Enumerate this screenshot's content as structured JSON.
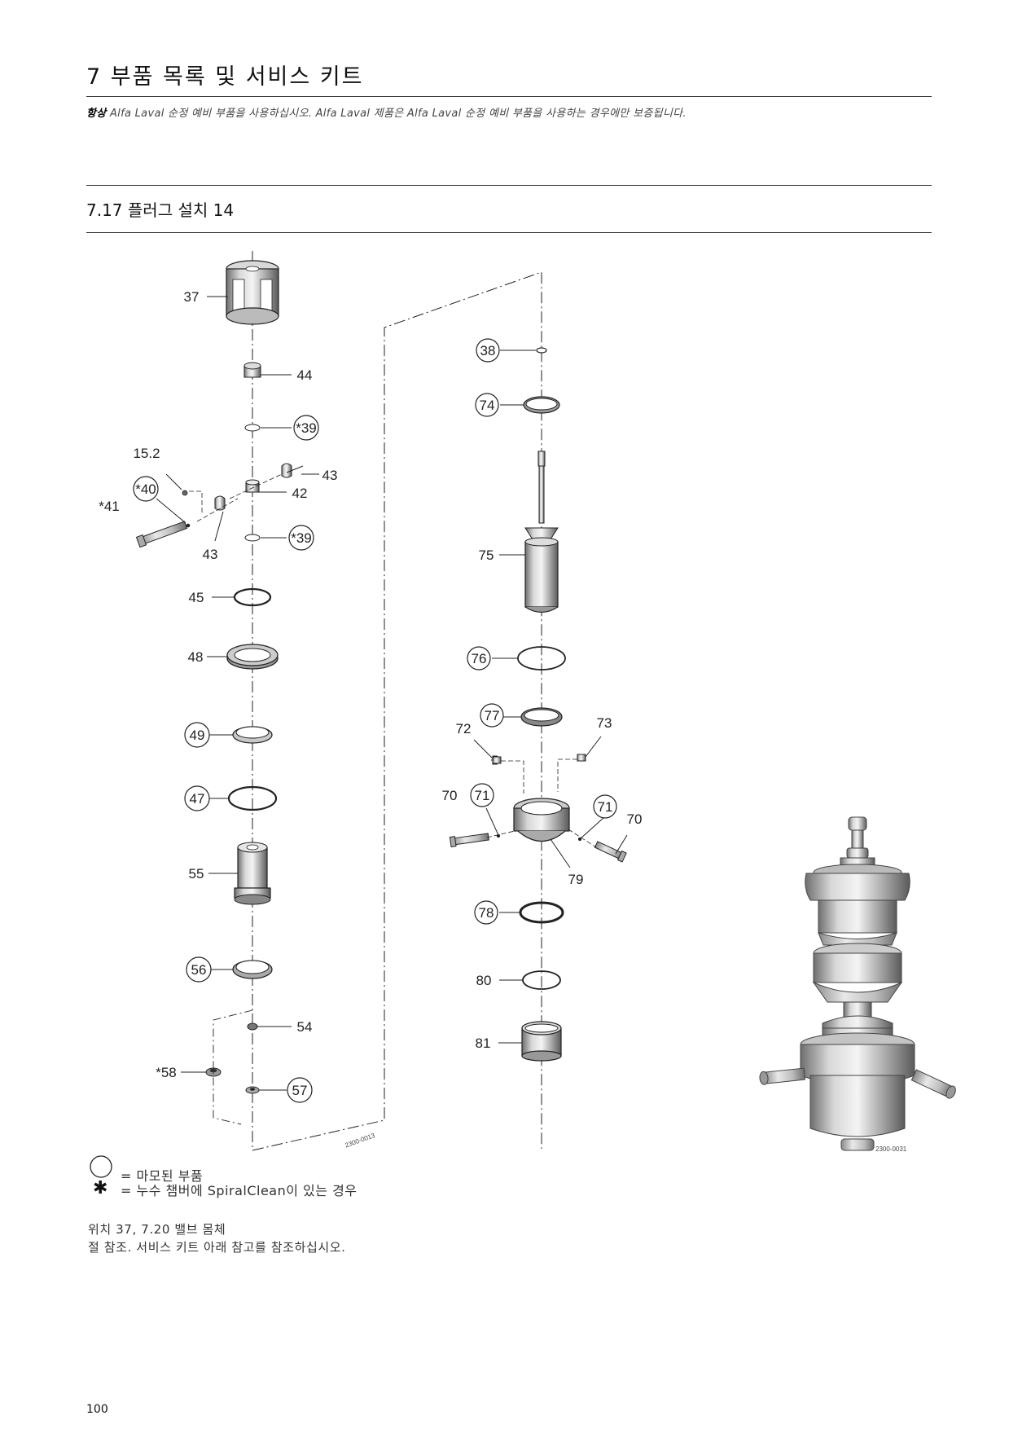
{
  "header": {
    "title": "7  부품 목록 및 서비스 키트",
    "note_strong": "항상",
    "note_text": " Alfa Laval 순정 예비 부품을 사용하십시오. Alfa Laval 제품은 Alfa Laval 순정 예비 부품을 사용하는 경우에만 보증됩니다."
  },
  "section": {
    "title": "7.17  플러그 설치 14"
  },
  "drawing": {
    "code_left": "2300-0013",
    "code_right": "2300-0031",
    "left_labels": {
      "p37": "37",
      "p44": "44",
      "p39a": "*39",
      "p152": "15.2",
      "p43a": "43",
      "p40": "*40",
      "p42": "42",
      "p41": "*41",
      "p43b": "43",
      "p39b": "*39",
      "p45": "45",
      "p48": "48",
      "p49": "49",
      "p47": "47",
      "p55": "55",
      "p56": "56",
      "p54": "54",
      "p58": "*58",
      "p57": "57"
    },
    "mid_labels": {
      "p38": "38",
      "p74": "74",
      "p75": "75",
      "p76": "76",
      "p77": "77",
      "p72": "72",
      "p73": "73",
      "p70a": "70",
      "p71a": "71",
      "p71b": "71",
      "p70b": "70",
      "p79": "79",
      "p78": "78",
      "p80": "80",
      "p81": "81"
    }
  },
  "legend": {
    "circle_text": "= 마모된 부품",
    "star_symbol": "✱",
    "star_text": "= 누수 챔버에 SpiralClean이 있는 경우"
  },
  "reference": {
    "line1": "위치 37, 7.20 밸브 몸체",
    "line2": "절 참조. 서비스 키트 아래 참고를 참조하십시오."
  },
  "page_number": "100"
}
